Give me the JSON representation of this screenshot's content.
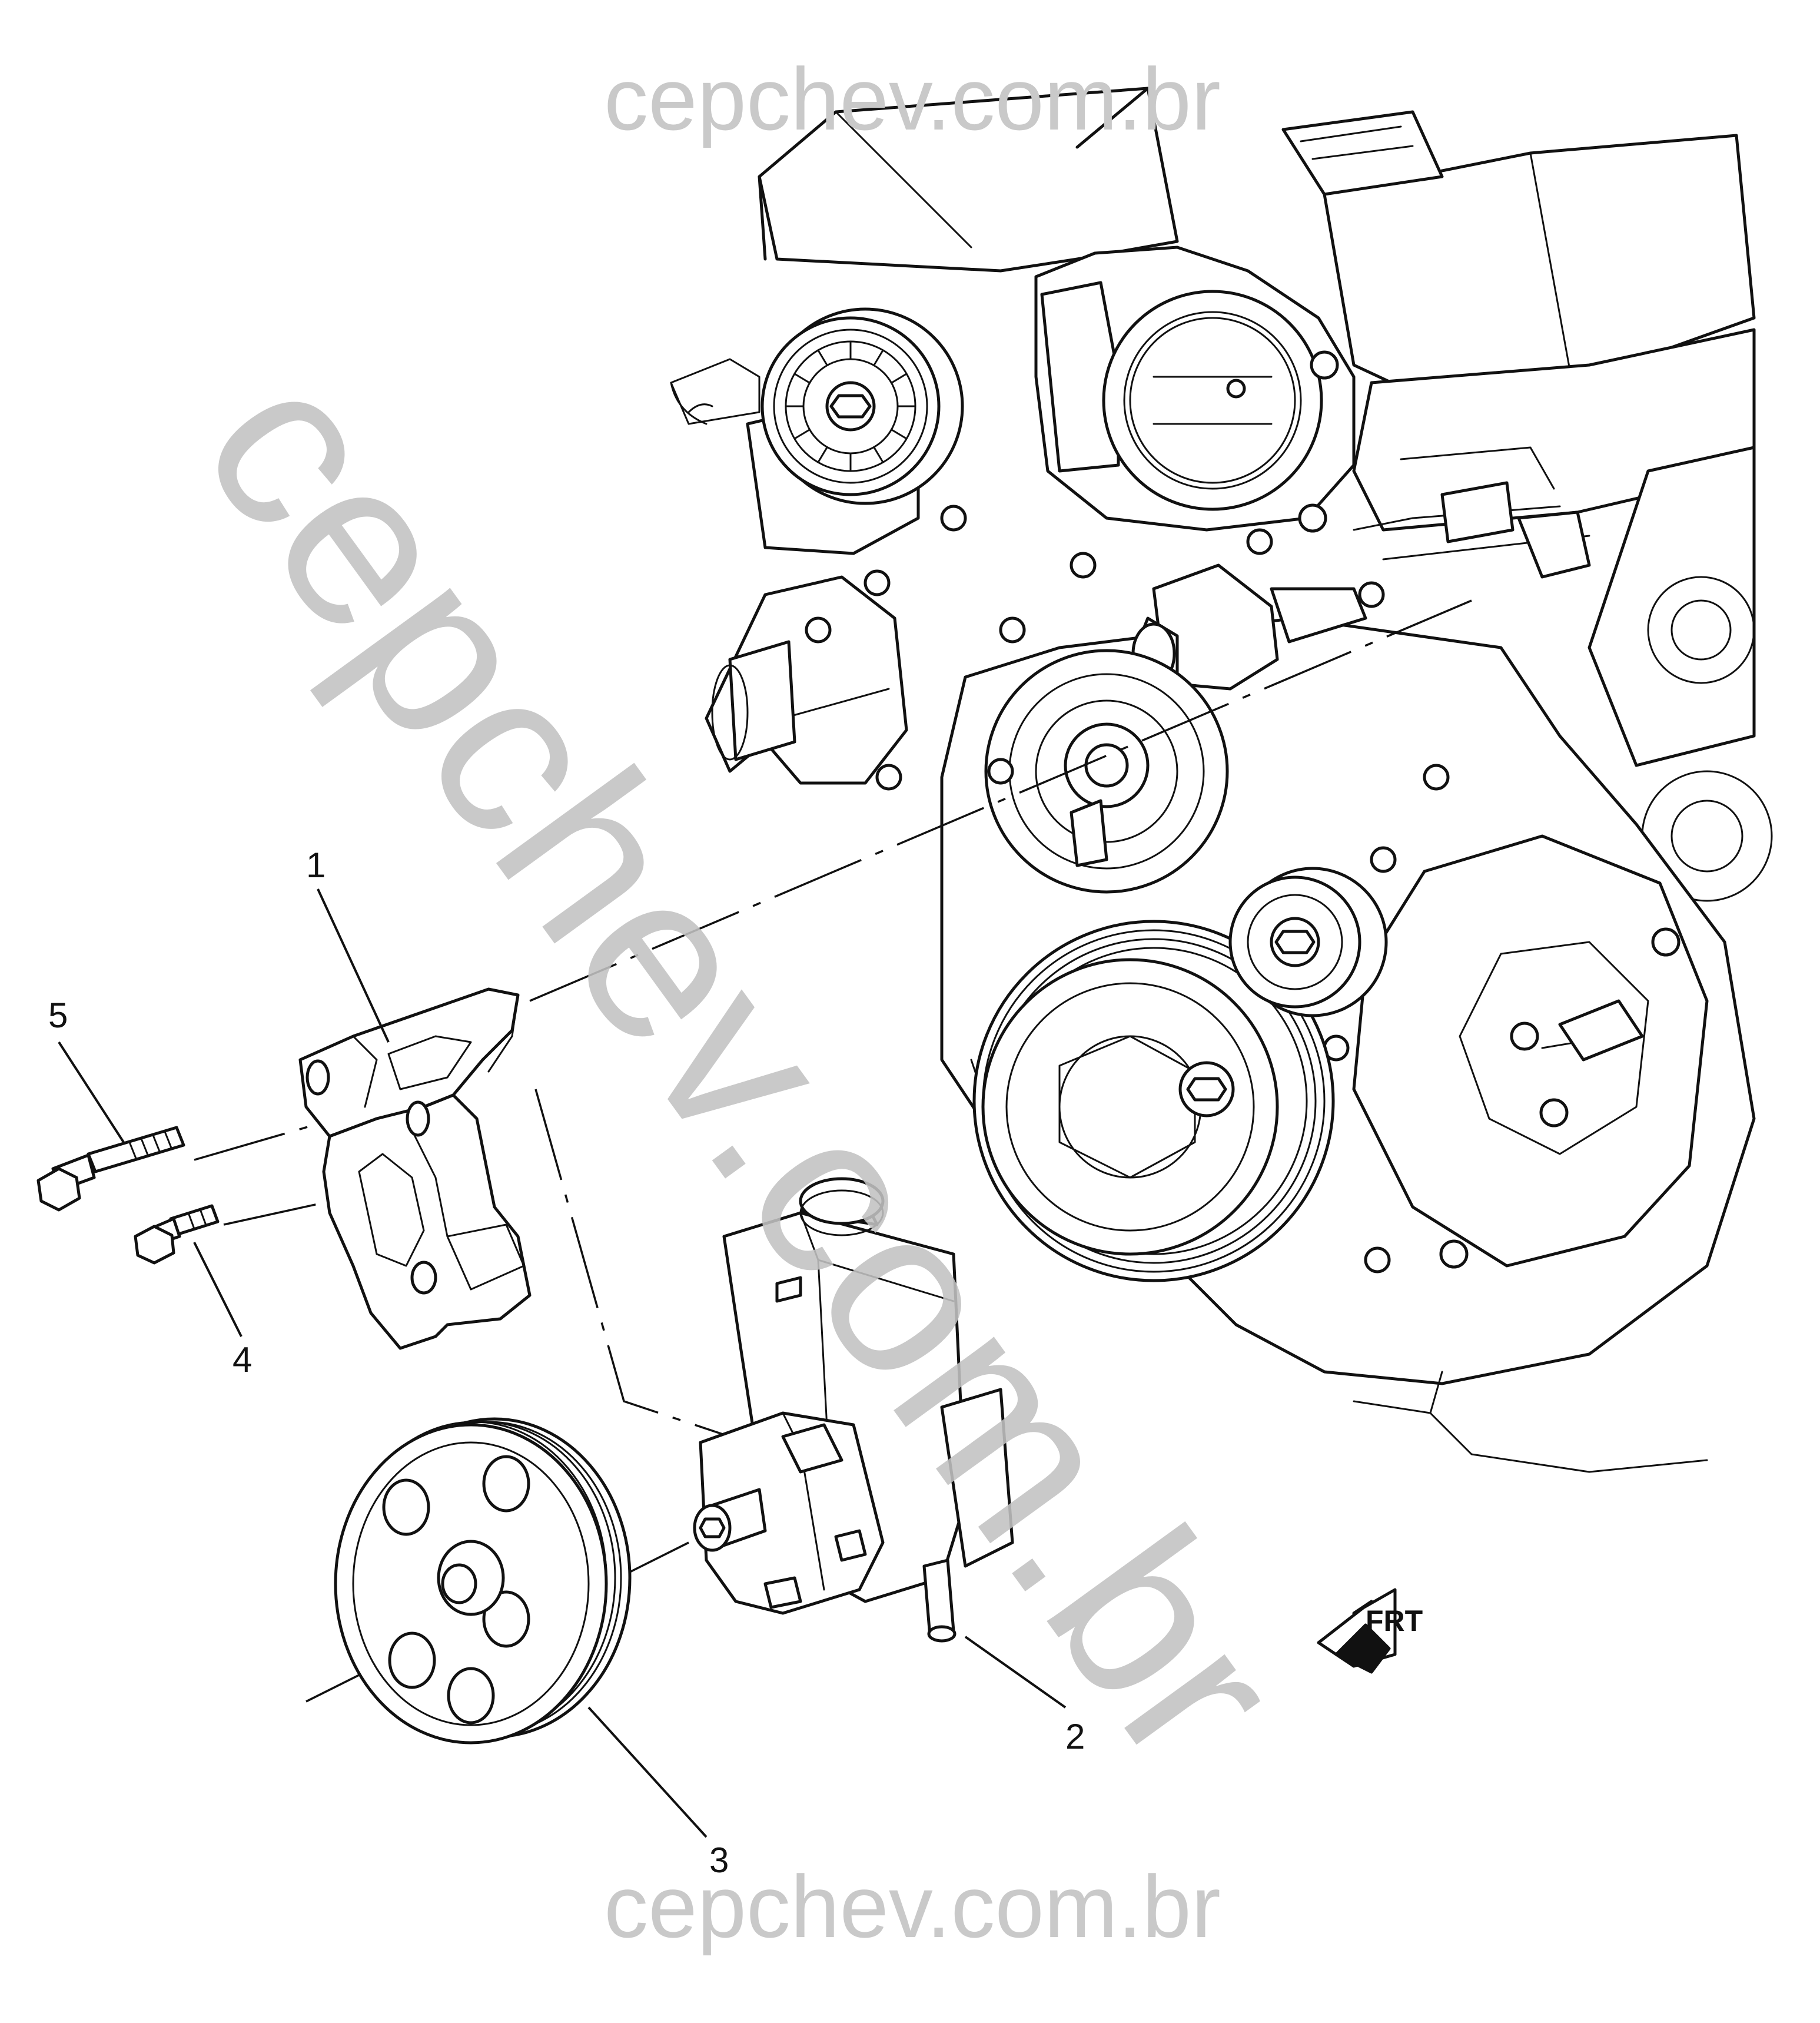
{
  "watermark": {
    "top": "cepchev.com.br",
    "bottom": "cepchev.com.br",
    "diagonal": "cepchev.com.br",
    "color": "#c4c4c4"
  },
  "callouts": [
    {
      "id": "1",
      "label": "1"
    },
    {
      "id": "2",
      "label": "2"
    },
    {
      "id": "3",
      "label": "3"
    },
    {
      "id": "4",
      "label": "4"
    },
    {
      "id": "5",
      "label": "5"
    }
  ],
  "front_indicator": {
    "label": "FRT",
    "icon": "front-arrow-icon"
  }
}
